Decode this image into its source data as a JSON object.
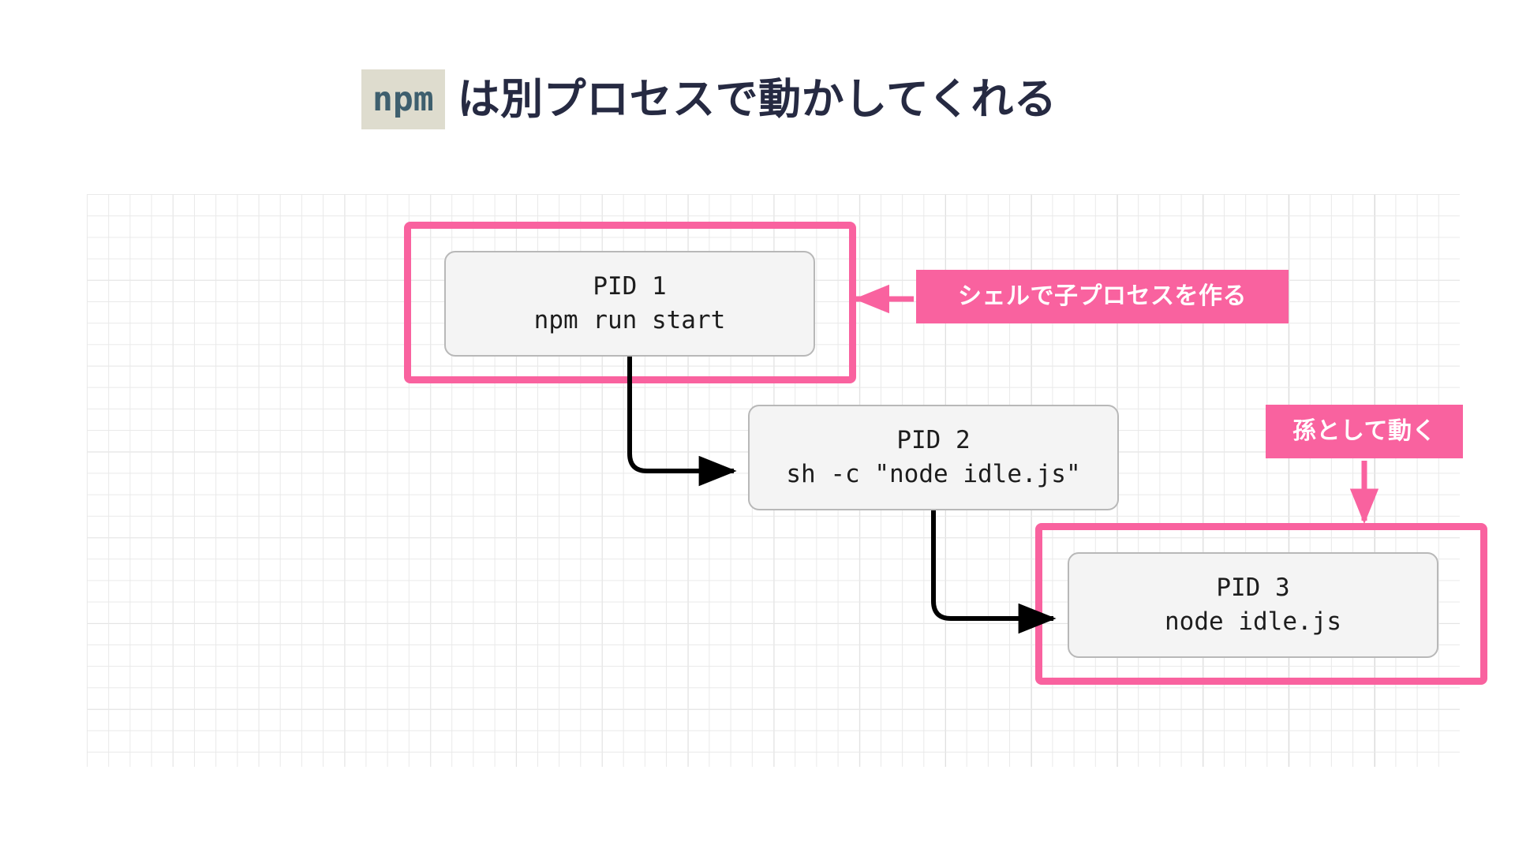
{
  "title": {
    "badge": "npm",
    "text": "は別プロセスで動かしてくれる"
  },
  "colors": {
    "accent_pink": "#f9629f",
    "title_navy": "#262a42",
    "badge_bg": "#dedcce",
    "badge_fg": "#3e5f6e",
    "box_bg": "#f4f4f4",
    "box_border": "#b8b8b8",
    "grid_minor": "#e9e9e9",
    "grid_major": "#d4d4d4",
    "connector": "#000000"
  },
  "diagram": {
    "type": "process-tree",
    "nodes": [
      {
        "id": "pid1",
        "pid_label": "PID 1",
        "command": "npm run start",
        "highlighted": true
      },
      {
        "id": "pid2",
        "pid_label": "PID 2",
        "command": "sh -c \"node idle.js\"",
        "highlighted": false
      },
      {
        "id": "pid3",
        "pid_label": "PID 3",
        "command": "node idle.js",
        "highlighted": true
      }
    ],
    "edges": [
      {
        "from": "pid1",
        "to": "pid2"
      },
      {
        "from": "pid2",
        "to": "pid3"
      }
    ],
    "annotations": [
      {
        "id": "shell-note",
        "text": "シェルで子プロセスを作る",
        "points_to": "pid1",
        "arrow_direction": "left"
      },
      {
        "id": "grandchild-note",
        "text": "孫として動く",
        "points_to": "pid3",
        "arrow_direction": "down"
      }
    ]
  }
}
